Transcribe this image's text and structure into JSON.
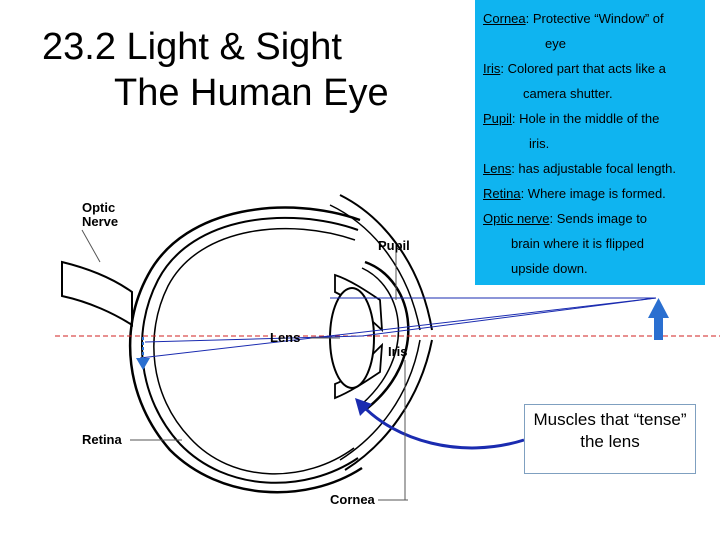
{
  "title": {
    "line1": "23.2 Light & Sight",
    "line2": "The Human Eye"
  },
  "info": {
    "cornea_term": "Cornea",
    "cornea_desc": ": Protective “Window” of",
    "cornea_desc2": "eye",
    "iris_term": "Iris",
    "iris_desc": ": Colored part that acts like a",
    "iris_desc2": "camera shutter.",
    "pupil_term": "Pupil",
    "pupil_desc": ": Hole in the middle of the",
    "pupil_desc2": "iris.",
    "lens_term": "Lens",
    "lens_desc": ": has adjustable focal length.",
    "retina_term": "Retina",
    "retina_desc": ": Where image is formed.",
    "optic_term": "Optic nerve",
    "optic_desc": ": Sends image to",
    "optic_desc2": "brain where it is flipped",
    "optic_desc3": "upside down."
  },
  "diagram": {
    "labels": {
      "optic": "Optic",
      "nerve": "Nerve",
      "pupil": "Pupil",
      "lens": "Lens",
      "iris": "Iris",
      "retina": "Retina",
      "cornea": "Cornea"
    },
    "colors": {
      "ray": "#1a2bb0",
      "axis": "#d02020",
      "object": "#2a6fd0",
      "infobox": "#0fb4f0"
    }
  },
  "callout": {
    "line1": "Muscles that “tense”",
    "line2": "the lens"
  }
}
